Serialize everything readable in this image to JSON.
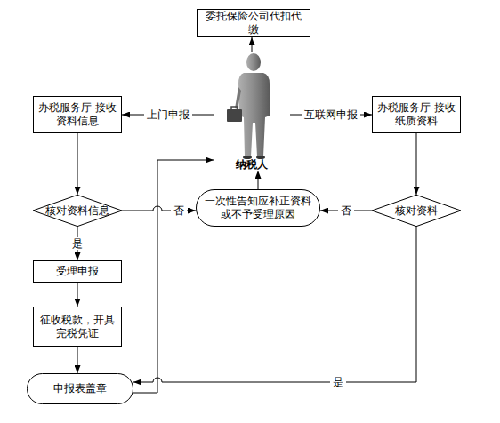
{
  "diagram": {
    "nodes": [
      {
        "text": [
          "委托保险公司代扣代缴"
        ]
      },
      {
        "text": [
          "纳税人"
        ]
      },
      {
        "text": [
          "办税服务厅 接收资料信息"
        ]
      },
      {
        "text": [
          "办税服务厅 接收纸质资料"
        ]
      },
      {
        "text": [
          "核对资料信息"
        ]
      },
      {
        "text": [
          "一次性告知应补正资料 或不予受理原因"
        ]
      },
      {
        "text": [
          "核对资料"
        ]
      },
      {
        "text": [
          "受理申报"
        ]
      },
      {
        "text": [
          "征收税款，开具 完税凭证"
        ]
      },
      {
        "text": [
          "申报表盖章"
        ]
      }
    ],
    "edges": [
      {
        "from": 1,
        "to": 0,
        "arrow": "to"
      },
      {
        "from": 1,
        "to": 2,
        "label": "上门申报",
        "arrow": "to"
      },
      {
        "from": 1,
        "to": 3,
        "label": "互联网申报",
        "arrow": "to"
      },
      {
        "from": 2,
        "to": 4,
        "arrow": "to"
      },
      {
        "from": 3,
        "to": 6,
        "arrow": "to"
      },
      {
        "from": 4,
        "to": 5,
        "label": "否",
        "arrow": "to"
      },
      {
        "from": 6,
        "to": 5,
        "label": "否",
        "arrow": "to"
      },
      {
        "from": 5,
        "to": 1,
        "arrow": "to"
      },
      {
        "from": 4,
        "to": 7,
        "label": "是",
        "arrow": "to"
      },
      {
        "from": 7,
        "to": 8,
        "arrow": "to"
      },
      {
        "from": 8,
        "to": 9,
        "arrow": "to"
      },
      {
        "from": 6,
        "to": 9,
        "label": "是",
        "arrow": "to"
      },
      {
        "from": 9,
        "to": 1,
        "arrow": "to"
      }
    ]
  }
}
